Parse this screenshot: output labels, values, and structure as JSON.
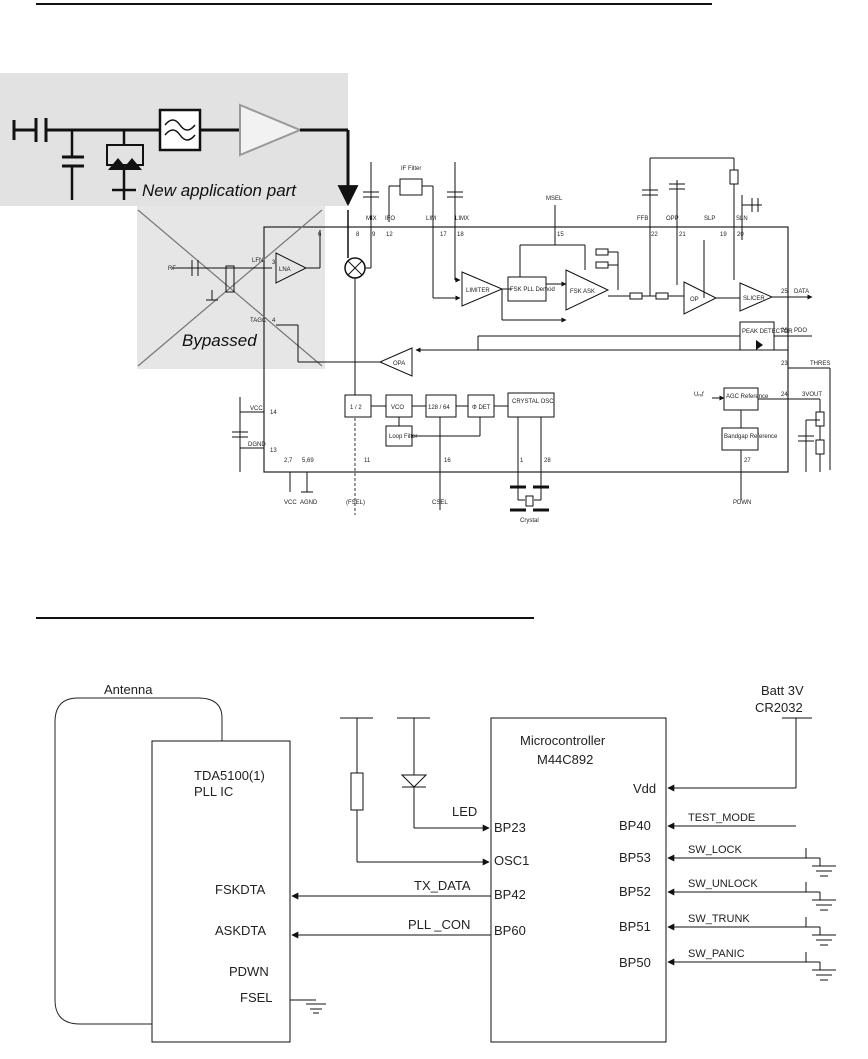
{
  "top_diagram": {
    "new_application_label": "New application part",
    "bypassed_label": "Bypassed",
    "pin_labels": {
      "lna_in": "RF",
      "mix": "MIX",
      "ifo": "IFO",
      "lim": "LIM",
      "limx": "LIMX",
      "msel": "MSEL",
      "ffb": "FFB",
      "opp": "OPP",
      "slp": "SLP",
      "sln": "SLN",
      "data": "DATA",
      "pdo": "PDO",
      "thres": "THRES",
      "vcc": "VCC",
      "dgnd": "DGND",
      "vcc_bottom": "VCC",
      "agnd": "AGND",
      "fsel": "(FSEL)",
      "csel": "CSEL",
      "pdwn": "PDWN",
      "crystal": "Crystal",
      "3vout": "3VOUT",
      "uref": "Uᵣₑf",
      "tagc": "TAGC",
      "lfn": "LFN"
    },
    "pin_numbers": {
      "p8": "8",
      "p9": "9",
      "p12": "12",
      "p17": "17",
      "p18": "18",
      "p15": "15",
      "p22": "22",
      "p21": "21",
      "p19": "19",
      "p20": "20",
      "p25": "25",
      "p26": "26",
      "p23": "23",
      "p24": "24",
      "p14": "14",
      "p13": "13",
      "p27b": "2,7",
      "p569": "5,69",
      "p11": "11",
      "p16": "16",
      "p1": "1",
      "p28": "28",
      "p27": "27",
      "p6": "6",
      "p3": "3",
      "p4": "4"
    },
    "blocks": {
      "if_filter": "IF Filter",
      "lna": "LNA",
      "limiter": "LIMITER",
      "fsk_pll": "FSK PLL Demod",
      "fsk_ask": "FSK ASK",
      "op": "OP",
      "slicer": "SLICER",
      "peak_detector": "PEAK DETECTOR",
      "opa": "OPA",
      "div12": "1 / 2",
      "vco": "VCO",
      "div12864": "128 / 64",
      "phase_det": "Φ DET",
      "crystal_osc": "CRYSTAL OSC",
      "loop_filter": "Loop Filter",
      "agc_ref": "AGC Reference",
      "bandgap_ref": "Bandgap Reference"
    }
  },
  "bottom_diagram": {
    "antenna_label": "Antenna",
    "battery_line1": "Batt 3V",
    "battery_line2": "CR2032",
    "pll_ic_line1": "TDA5100(1)",
    "pll_ic_line2": "PLL IC",
    "pll_pins": [
      "FSKDTA",
      "ASKDTA",
      "PDWN",
      "FSEL"
    ],
    "mcu_line1": "Microcontroller",
    "mcu_line2": "M44C892",
    "mcu_left_pins": [
      "BP23",
      "OSC1",
      "BP42",
      "BP60"
    ],
    "mcu_right_pins": [
      "Vdd",
      "BP40",
      "BP53",
      "BP52",
      "BP51",
      "BP50"
    ],
    "signals_left": [
      "LED",
      "TX_DATA",
      "PLL _CON"
    ],
    "signals_right": [
      "TEST_MODE",
      "SW_LOCK",
      "SW_UNLOCK",
      "SW_TRUNK",
      "SW_PANIC"
    ]
  }
}
